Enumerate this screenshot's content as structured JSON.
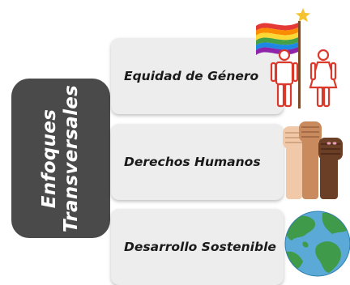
{
  "side_label": {
    "line1": "Enfoques",
    "line2": "Transversales"
  },
  "items": [
    {
      "label": "Equidad de Género",
      "icon": "gender-equality-icon"
    },
    {
      "label": "Derechos Humanos",
      "icon": "raised-fists-icon"
    },
    {
      "label": "Desarrollo Sostenible",
      "icon": "earth-globe-icon"
    }
  ],
  "colors": {
    "panel": "#4a4a4a",
    "card": "#ededed",
    "label_text": "#1a1a1a",
    "side_text": "#ffffff",
    "figure_red": "#d93a2b",
    "globe_water": "#5aa9d6",
    "globe_land": "#3f9a4a"
  }
}
